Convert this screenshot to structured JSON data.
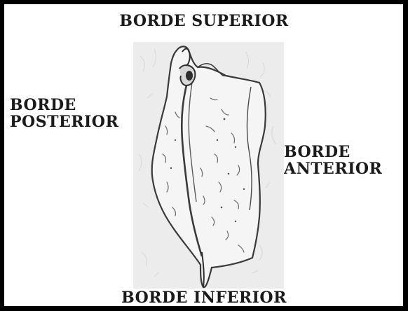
{
  "labels": {
    "superior": "BORDE SUPERIOR",
    "inferior": "BORDE INFERIOR",
    "posterior_line1": "BORDE",
    "posterior_line2": "POSTERIOR",
    "anterior_line1": "BORDE",
    "anterior_line2": "ANTERIOR"
  },
  "colors": {
    "frame": "#000000",
    "text": "#1a1a1a",
    "figure_background": "#ededed",
    "bone_outline": "#3a3a3a"
  },
  "figure": {
    "subject": "bone-illustration"
  }
}
